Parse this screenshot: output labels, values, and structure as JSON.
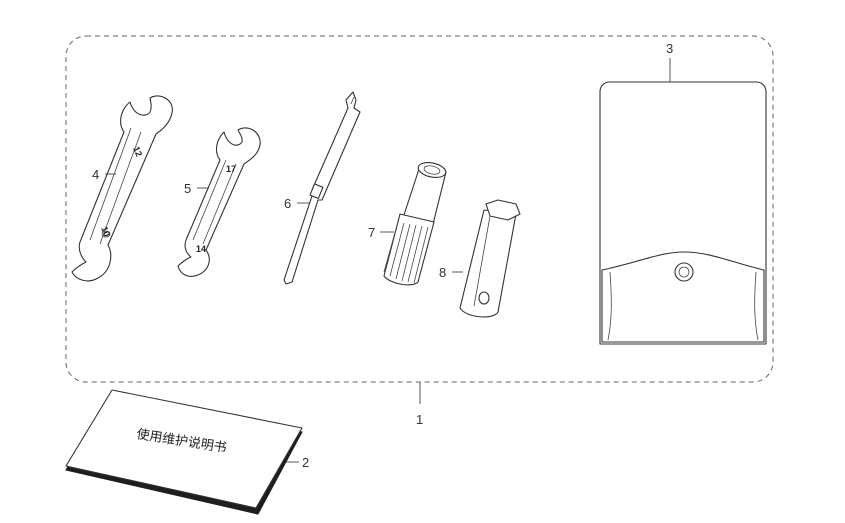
{
  "diagram": {
    "booklet_title": "使用维护说明书",
    "callouts": {
      "toolkit_bag": "1",
      "owners_manual": "2",
      "tool_pouch": "3",
      "wrench_10_12": "4",
      "wrench_14_17": "5",
      "screwdriver": "6",
      "socket_wrench": "7",
      "spark_plug_wrench": "8"
    },
    "engravings": {
      "wrench_4_top": "12",
      "wrench_4_bottom": "10",
      "wrench_5_top": "17",
      "wrench_5_bottom": "14"
    }
  }
}
